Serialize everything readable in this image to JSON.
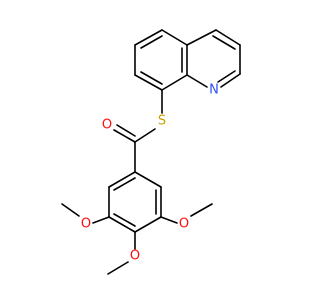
{
  "molecule": {
    "atoms": {
      "n_label": "N",
      "s_label": "S",
      "o_carbonyl_label": "O",
      "o_methoxy_1_label": "O",
      "o_methoxy_2_label": "O",
      "o_methoxy_3_label": "O"
    },
    "colors": {
      "nitrogen": "#3050F8",
      "sulfur": "#C8A000",
      "oxygen": "#FF0D0D",
      "bond": "#000000"
    }
  }
}
